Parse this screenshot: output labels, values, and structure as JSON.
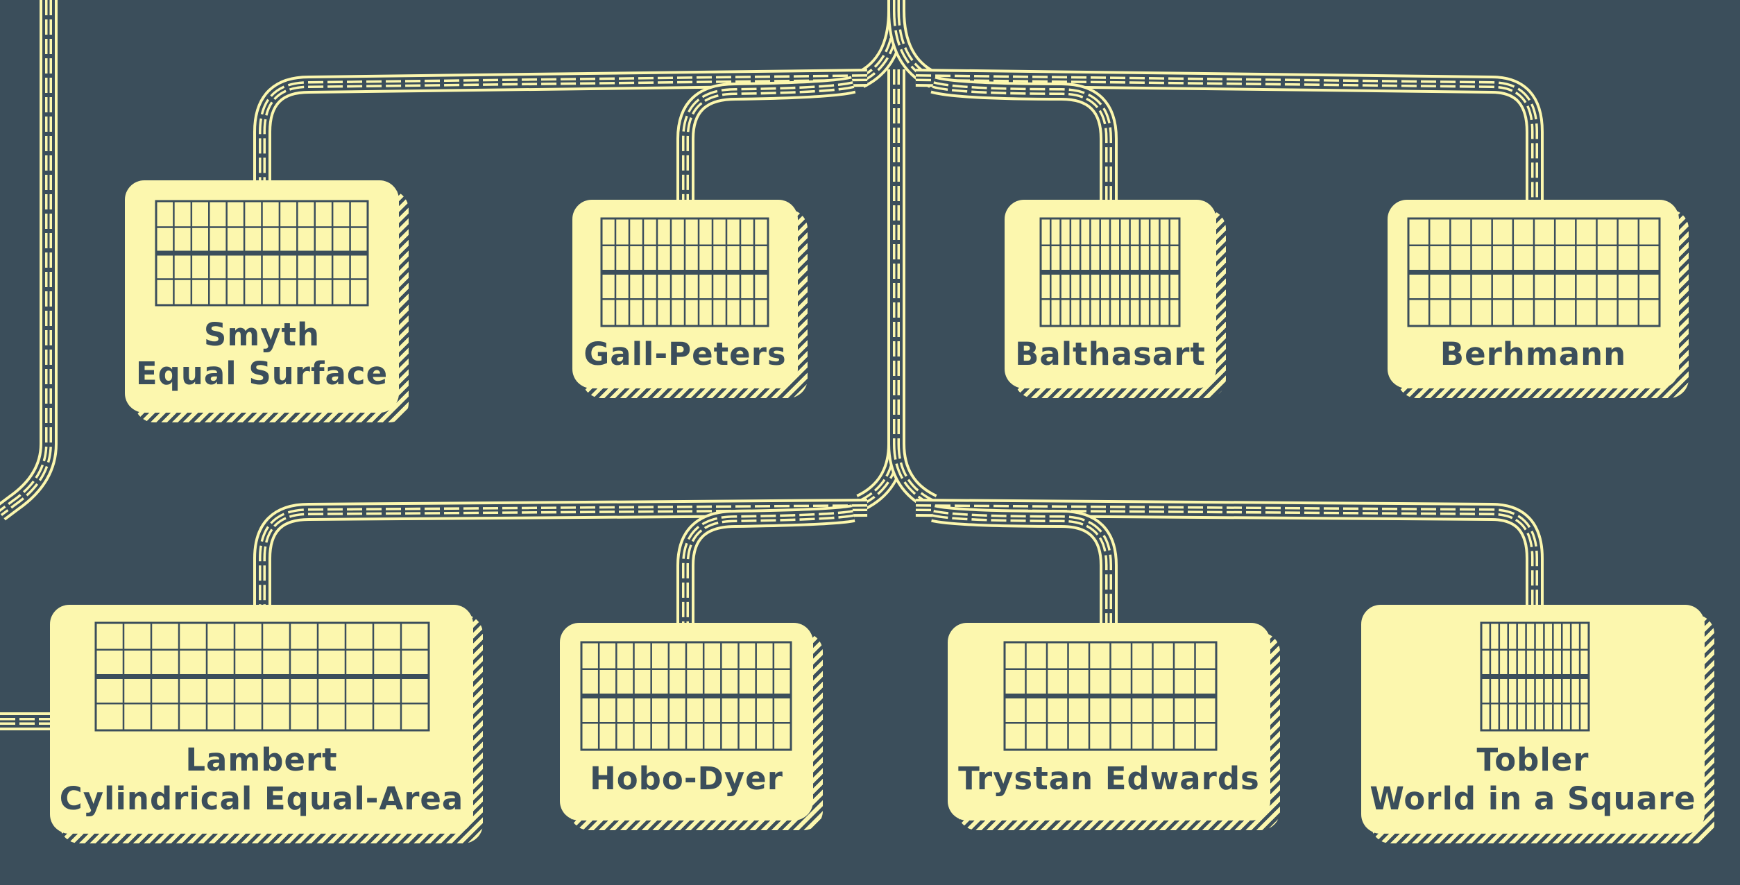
{
  "diagram": {
    "colors": {
      "background": "#3b4e5b",
      "card": "#fcf7ae",
      "ink": "#3b4e5b"
    },
    "projections": [
      {
        "id": "smyth",
        "lines": [
          "Smyth",
          "Equal Surface"
        ],
        "grid": {
          "cols": 12,
          "rows": 4
        }
      },
      {
        "id": "gall-peters",
        "lines": [
          "Gall-Peters"
        ],
        "grid": {
          "cols": 12,
          "rows": 4
        }
      },
      {
        "id": "balthasart",
        "lines": [
          "Balthasart"
        ],
        "grid": {
          "cols": 14,
          "rows": 4
        }
      },
      {
        "id": "berhmann",
        "lines": [
          "Berhmann"
        ],
        "grid": {
          "cols": 12,
          "rows": 4
        }
      },
      {
        "id": "lambert",
        "lines": [
          "Lambert",
          "Cylindrical Equal-Area"
        ],
        "grid": {
          "cols": 12,
          "rows": 4
        }
      },
      {
        "id": "hobo-dyer",
        "lines": [
          "Hobo-Dyer"
        ],
        "grid": {
          "cols": 12,
          "rows": 4
        }
      },
      {
        "id": "trystan-edwards",
        "lines": [
          "Trystan Edwards"
        ],
        "grid": {
          "cols": 10,
          "rows": 4
        }
      },
      {
        "id": "tobler",
        "lines": [
          "Tobler",
          "World in a Square"
        ],
        "grid": {
          "cols": 12,
          "rows": 4
        }
      }
    ]
  }
}
